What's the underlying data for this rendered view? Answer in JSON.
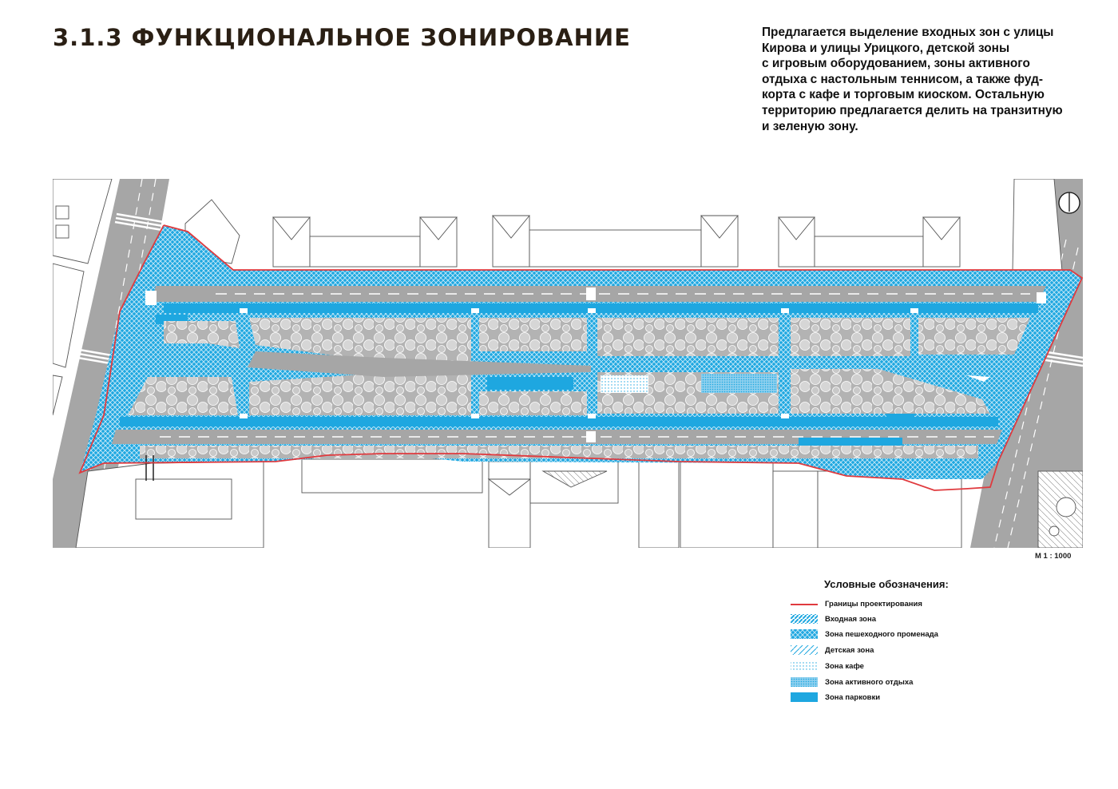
{
  "title": "3.1.3 ФУНКЦИОНАЛЬНОЕ ЗОНИРОВАНИЕ",
  "description_lines": [
    "Предлагается выделение входных зон с улицы",
    "Кирова и улицы Урицкого, детской зоны",
    "с игровым оборудованием, зоны активного",
    "отдыха с настольным теннисом, а также фуд-",
    "корта с кафе и торговым киоском. Остальную",
    "территорию предлагается делить на транзитную",
    "и зеленую зону."
  ],
  "scale": "М 1 : 1000",
  "legend": {
    "title": "Условные обозначения:",
    "items": [
      {
        "label": "Границы проектирования",
        "swatch": "boundary-line",
        "color": "#e03a3e"
      },
      {
        "label": "Входная зона",
        "swatch": "diagonal-hatch",
        "color": "#1ea7e0"
      },
      {
        "label": "Зона пешеходного променада",
        "swatch": "crosshatch",
        "color": "#1ea7e0"
      },
      {
        "label": "Детская зона",
        "swatch": "sparse-hatch",
        "color": "#1ea7e0"
      },
      {
        "label": "Зона кафе",
        "swatch": "dots",
        "color": "#1ea7e0"
      },
      {
        "label": "Зона активного отдыха",
        "swatch": "fine-dots",
        "color": "#1ea7e0"
      },
      {
        "label": "Зона парковки",
        "swatch": "solid",
        "color": "#1ea7e0"
      }
    ]
  },
  "colors": {
    "accent_blue": "#1ea7e0",
    "boundary_red": "#e03a3e",
    "road_gray": "#a6a6a6",
    "green_zone_gray": "#b0b0b0",
    "building_line": "#555555"
  },
  "icons": {
    "north_arrow": "north-arrow-icon"
  }
}
